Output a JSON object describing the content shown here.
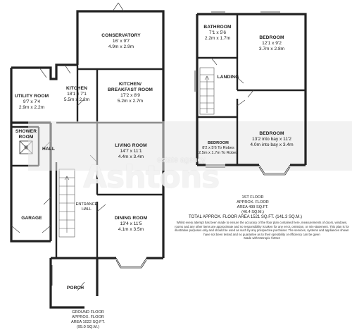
{
  "watermark": {
    "brand": "Ashtons",
    "tagline": "estate agency"
  },
  "ground_floor": {
    "rooms": [
      {
        "id": "conservatory",
        "name": "CONSERVATORY",
        "imperial": "16' x 9'7",
        "metric": "4.9m x 2.9m"
      },
      {
        "id": "kitchen",
        "name": "KITCHEN",
        "imperial": "18'1 x 7'1",
        "metric": "5.5m x 2.2m"
      },
      {
        "id": "kitchen-breakfast",
        "name": "KITCHEN/",
        "name2": "BREAKFAST ROOM",
        "imperial": "17'2 x 8'9",
        "metric": "5.2m x 2.7m"
      },
      {
        "id": "utility",
        "name": "UTILITY ROOM",
        "imperial": "9'7 x 7'4",
        "metric": "2.9m x 2.2m"
      },
      {
        "id": "shower",
        "name": "SHOWER",
        "name2": "ROOM"
      },
      {
        "id": "hall",
        "name": "HALL"
      },
      {
        "id": "living",
        "name": "LIVING ROOM",
        "imperial": "14'7 x 11'1",
        "metric": "4.4m x 3.4m"
      },
      {
        "id": "entrance-hall",
        "name": "ENTRANCE",
        "name2": "HALL"
      },
      {
        "id": "garage",
        "name": "GARAGE"
      },
      {
        "id": "dining",
        "name": "DINING ROOM",
        "imperial": "13'4 x 11'5",
        "metric": "4.1m x 3.5m"
      },
      {
        "id": "porch",
        "name": "PORCH"
      }
    ],
    "floor_label": {
      "line1": "GROUND FLOOR",
      "line2": "APPROX. FLOOR",
      "line3": "AREA 1022 SQ.FT.",
      "line4": "(95.0 SQ.M.)"
    }
  },
  "first_floor": {
    "rooms": [
      {
        "id": "bathroom",
        "name": "BATHROOM",
        "imperial": "7'1 x 5'6",
        "metric": "2.2m x 1.7m"
      },
      {
        "id": "bedroom1",
        "name": "BEDROOM",
        "imperial": "12'1 x 9'2",
        "metric": "3.7m x 2.8m"
      },
      {
        "id": "landing",
        "name": "LANDING"
      },
      {
        "id": "bedroom2",
        "name": "BEDROOM",
        "imperial": "8'2 x 5'6 To Robes",
        "metric": "2.5m x 1.7m To Robes"
      },
      {
        "id": "bedroom3",
        "name": "BEDROOM",
        "imperial": "13'2 into bay x 11'2",
        "metric": "4.0m into bay x 3.4m"
      }
    ],
    "floor_label": {
      "line1": "1ST FLOOR",
      "line2": "APPROX. FLOOR",
      "line3": "AREA 499 SQ.FT.",
      "line4": "(46.4 SQ.M.)"
    }
  },
  "total": "TOTAL APPROX. FLOOR AREA 1521 SQ.FT. (141.3 SQ.M.)",
  "disclaimer": "Whilst every attempt has been made to ensure the accuracy of the floor plan contained here, measurements of doors, windows, rooms and any other items are approximate and no responsibility is taken for any error, omission, or mis-statement. This plan is for illustrative purposes only and should be used as such by any prospective purchaser. The services, systems and appliances shown have not been tested and no guarantee as to their operability or efficiency can be given",
  "made_with": "Made with Metropix ©2013"
}
